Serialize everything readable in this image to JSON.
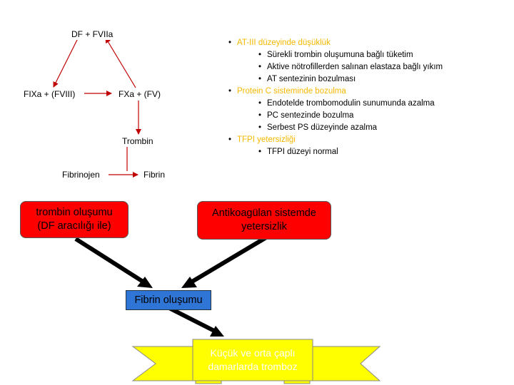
{
  "cascade": {
    "df_fviia": "DF + FVIIa",
    "fixa_fviii": "FIXa + (FVIII)",
    "fxa_fv": "FXa + (FV)",
    "trombin": "Trombin",
    "fibrinojen": "Fibrinojen",
    "fibrin": "Fibrin"
  },
  "findings": {
    "groups": [
      {
        "heading": "AT-III düzeyinde düşüklük",
        "items": [
          "Sürekli trombin oluşumuna bağlı tüketim",
          "Aktive nötrofillerden salınan elastaza bağlı yıkım",
          "AT sentezinin bozulması"
        ]
      },
      {
        "heading": "Protein C sisteminde bozulma",
        "items": [
          "Endotelde trombomodulin sunumunda azalma",
          "PC sentezinde bozulma",
          "Serbest PS düzeyinde azalma"
        ]
      },
      {
        "heading": "TFPI yetersizliği",
        "items": [
          "TFPI düzeyi normal"
        ]
      }
    ]
  },
  "boxes": {
    "thrombin_formation_line1": "trombin oluşumu",
    "thrombin_formation_line2": "(DF aracılığı ile)",
    "anticoag_line1": "Antikoagülan sistemde",
    "anticoag_line2": "yetersizlik",
    "fibrin_formation": "Fibrin oluşumu",
    "thrombosis_line1": "Küçük ve orta çaplı",
    "thrombosis_line2": "damarlarda tromboz"
  },
  "colors": {
    "heading": "#f5b800",
    "red_box": "#ff0000",
    "blue_box": "#2e75d6",
    "scroll_yellow": "#ffff00"
  }
}
